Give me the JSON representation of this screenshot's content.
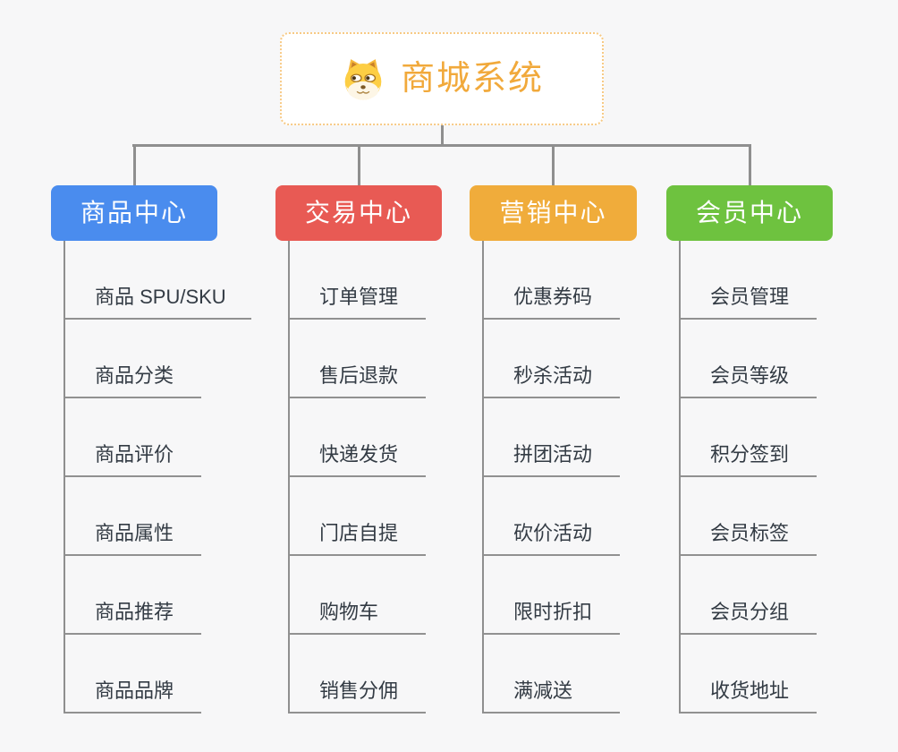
{
  "root": {
    "title": "商城系统",
    "icon": "dog-icon"
  },
  "branches": [
    {
      "label": "商品中心",
      "color": "#4a8cee",
      "children": [
        "商品 SPU/SKU",
        "商品分类",
        "商品评价",
        "商品属性",
        "商品推荐",
        "商品品牌"
      ]
    },
    {
      "label": "交易中心",
      "color": "#e85a54",
      "children": [
        "订单管理",
        "售后退款",
        "快递发货",
        "门店自提",
        "购物车",
        "销售分佣"
      ]
    },
    {
      "label": "营销中心",
      "color": "#f0ac3b",
      "children": [
        "优惠券码",
        "秒杀活动",
        "拼团活动",
        "砍价活动",
        "限时折扣",
        "满减送"
      ]
    },
    {
      "label": "会员中心",
      "color": "#6ec23f",
      "children": [
        "会员管理",
        "会员等级",
        "积分签到",
        "会员标签",
        "会员分组",
        "收货地址"
      ]
    }
  ],
  "colors": {
    "background": "#f7f7f8",
    "connector_line": "#8f8f8f",
    "root_text": "#f1a93b",
    "root_border": "#f7ca85",
    "leaf_text": "#333b44"
  }
}
